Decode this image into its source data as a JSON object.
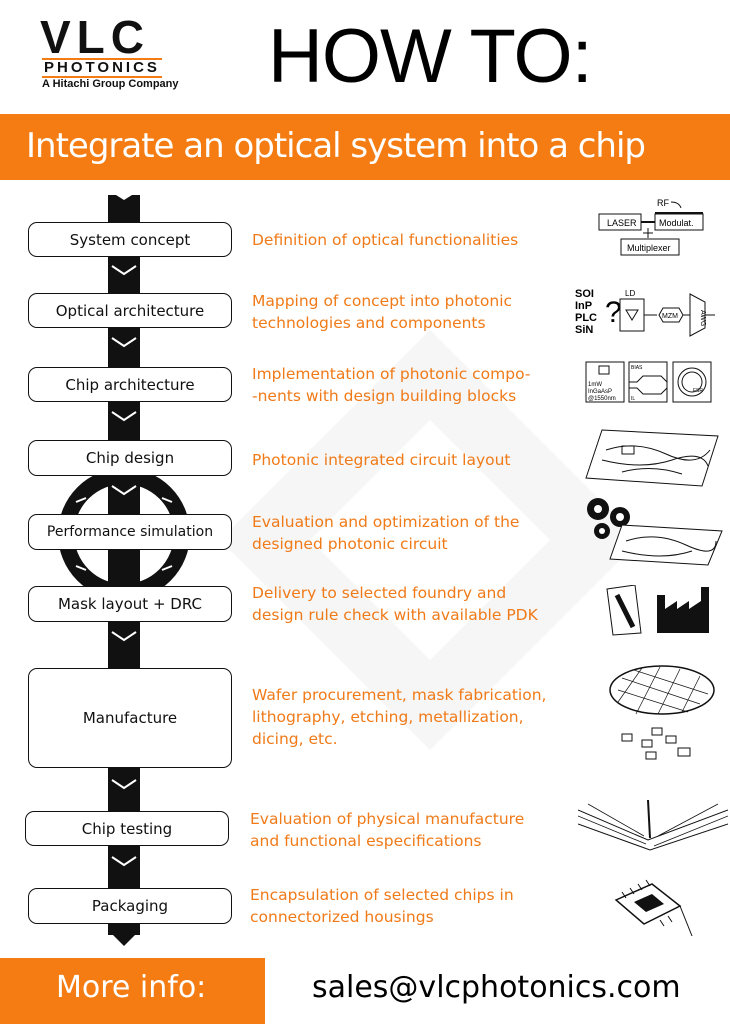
{
  "logo": {
    "main": "VLC",
    "sub": "PHOTONICS",
    "tagline": "A Hitachi Group Company"
  },
  "header": {
    "title": "HOW TO:"
  },
  "banner": {
    "title": "Integrate an optical system into a chip"
  },
  "colors": {
    "accent": "#f47c12",
    "text_accent": "#f07a18",
    "dark": "#111111"
  },
  "steps": [
    {
      "label": "System concept",
      "description": [
        "Definition of optical functionalities"
      ]
    },
    {
      "label": "Optical architecture",
      "description": [
        "Mapping of concept into photonic",
        "technologies and components"
      ]
    },
    {
      "label": "Chip architecture",
      "description": [
        "Implementation of photonic compo-",
        "-nents with design building blocks"
      ]
    },
    {
      "label": "Chip design",
      "description": [
        "Photonic integrated circuit layout"
      ]
    },
    {
      "label": "Performance simulation",
      "description": [
        "Evaluation and optimization of the",
        "designed photonic circuit"
      ]
    },
    {
      "label": "Mask layout + DRC",
      "description": [
        "Delivery to selected foundry and",
        "design rule check with available PDK"
      ]
    },
    {
      "label": "Manufacture",
      "description": [
        "Wafer procurement, mask fabrication,",
        "lithography, etching, metallization,",
        "dicing, etc."
      ]
    },
    {
      "label": "Chip testing",
      "description": [
        "Evaluation of physical manufacture",
        "and functional especifications"
      ]
    },
    {
      "label": "Packaging",
      "description": [
        "Encapsulation of selected chips in",
        "connectorized housings"
      ]
    }
  ],
  "icons": {
    "system": {
      "rf": "RF",
      "laser": "LASER",
      "modulator": "Modulat.",
      "multiplexer": "Multiplexer"
    },
    "optical": {
      "platforms": [
        "SOI",
        "InP",
        "PLC",
        "SiN"
      ],
      "ld": "LD",
      "mzm": "MZM",
      "awg": "AWG"
    },
    "chip_arch": {
      "laser_spec": [
        "1mW",
        "InGaAsP",
        "@1550nm"
      ],
      "bias": "BIAS",
      "il": "IL",
      "fsr": "FSR"
    }
  },
  "footer": {
    "label": "More info:",
    "email": "sales@vlcphotonics.com"
  }
}
